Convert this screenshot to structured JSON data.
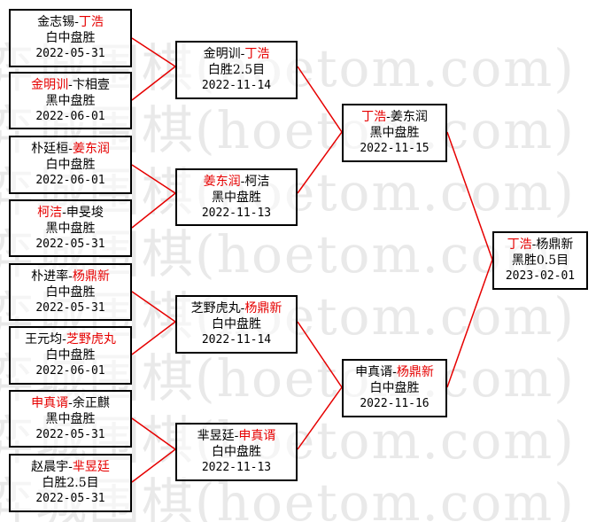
{
  "watermark": {
    "text": "弈城围棋(hoetom.com)"
  },
  "colors": {
    "line": "#e60000",
    "winner": "#e60000",
    "border": "#000000"
  },
  "matches": [
    {
      "id": "r1-1",
      "p1": "金志锡",
      "p2": "丁浩",
      "winner": 2,
      "result": "白中盘胜",
      "date": "2022-05-31"
    },
    {
      "id": "r1-2",
      "p1": "金明训",
      "p2": "卞相壹",
      "winner": 1,
      "result": "黑中盘胜",
      "date": "2022-06-01"
    },
    {
      "id": "r1-3",
      "p1": "朴廷桓",
      "p2": "姜东润",
      "winner": 2,
      "result": "白中盘胜",
      "date": "2022-06-01"
    },
    {
      "id": "r1-4",
      "p1": "柯洁",
      "p2": "申旻埈",
      "winner": 1,
      "result": "黑中盘胜",
      "date": "2022-05-31"
    },
    {
      "id": "r1-5",
      "p1": "朴进率",
      "p2": "杨鼎新",
      "winner": 2,
      "result": "白中盘胜",
      "date": "2022-05-31"
    },
    {
      "id": "r1-6",
      "p1": "王元均",
      "p2": "芝野虎丸",
      "winner": 2,
      "result": "白中盘胜",
      "date": "2022-06-01"
    },
    {
      "id": "r1-7",
      "p1": "申真谞",
      "p2": "余正麒",
      "winner": 1,
      "result": "黑中盘胜",
      "date": "2022-05-31"
    },
    {
      "id": "r1-8",
      "p1": "赵晨宇",
      "p2": "芈昱廷",
      "winner": 2,
      "result": "白胜2.5目",
      "date": "2022-05-31"
    },
    {
      "id": "r2-1",
      "p1": "金明训",
      "p2": "丁浩",
      "winner": 2,
      "result": "白胜2.5目",
      "date": "2022-11-14"
    },
    {
      "id": "r2-2",
      "p1": "姜东润",
      "p2": "柯洁",
      "winner": 1,
      "result": "黑中盘胜",
      "date": "2022-11-13"
    },
    {
      "id": "r2-3",
      "p1": "芝野虎丸",
      "p2": "杨鼎新",
      "winner": 2,
      "result": "白中盘胜",
      "date": "2022-11-14"
    },
    {
      "id": "r2-4",
      "p1": "芈昱廷",
      "p2": "申真谞",
      "winner": 2,
      "result": "白中盘胜",
      "date": "2022-11-13"
    },
    {
      "id": "r3-1",
      "p1": "丁浩",
      "p2": "姜东润",
      "winner": 1,
      "result": "黑中盘胜",
      "date": "2022-11-15"
    },
    {
      "id": "r3-2",
      "p1": "申真谞",
      "p2": "杨鼎新",
      "winner": 2,
      "result": "白中盘胜",
      "date": "2022-11-16"
    },
    {
      "id": "final",
      "p1": "丁浩",
      "p2": "杨鼎新",
      "winner": 1,
      "result": "黑胜0.5目",
      "date": "2023-02-01"
    }
  ]
}
